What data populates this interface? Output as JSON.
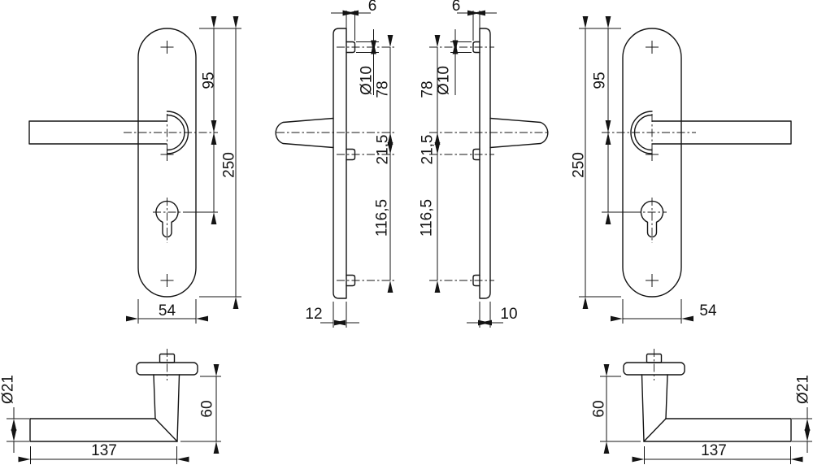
{
  "ink_color": "#141414",
  "drawing_type": "door-handle-backplate-technical-drawing",
  "dimensions": {
    "backplate": {
      "height": "250",
      "top_edge_to_handle": "95",
      "width": "54"
    },
    "profile": {
      "screw_boss_projection": "6",
      "screw_boss_diameter": "Ø10",
      "top_boss_to_handle": "78",
      "handle_to_cylinder_boss": "21,5",
      "cylinder_boss_to_bottom_boss": "116,5",
      "outside_plate_depth": "12",
      "inside_plate_depth": "10"
    },
    "lever": {
      "grip_diameter": "Ø21",
      "length": "137",
      "drop_height": "60"
    }
  }
}
